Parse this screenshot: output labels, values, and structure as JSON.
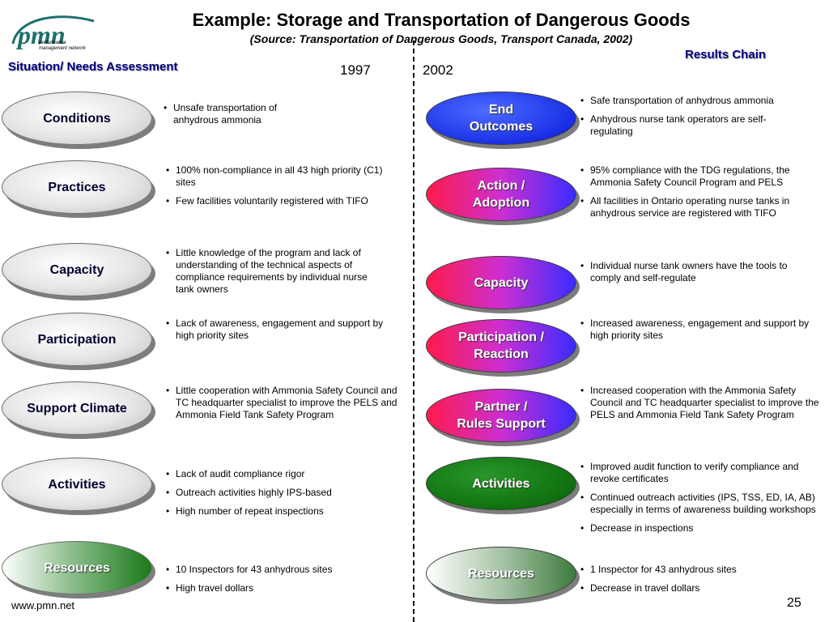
{
  "header": {
    "title": "Example:  Storage and Transportation of Dangerous Goods",
    "subtitle": "(Source:  Transportation of Dangerous Goods, Transport Canada, 2002)",
    "left_heading": "Situation/ Needs Assessment",
    "right_heading": "Results Chain",
    "year_left": "1997",
    "year_right": "2002"
  },
  "logo": {
    "text": "pmn",
    "tagline_1": "performance",
    "tagline_2": "management network"
  },
  "left_ovals": [
    {
      "label": "Conditions"
    },
    {
      "label": "Practices"
    },
    {
      "label": "Capacity"
    },
    {
      "label": "Participation"
    },
    {
      "label": "Support Climate"
    },
    {
      "label": "Activities"
    },
    {
      "label": "Resources"
    }
  ],
  "right_ovals": [
    {
      "line1": "End",
      "line2": "Outcomes"
    },
    {
      "line1": "Action /",
      "line2": "Adoption"
    },
    {
      "line1": "Capacity",
      "line2": ""
    },
    {
      "line1": "Participation /",
      "line2": "Reaction"
    },
    {
      "line1": "Partner /",
      "line2": "Rules Support"
    },
    {
      "line1": "Activities",
      "line2": ""
    },
    {
      "line1": "Resources",
      "line2": ""
    }
  ],
  "situation": [
    [
      "Unsafe transportation of anhydrous ammonia"
    ],
    [
      "100% non-compliance in all 43 high priority (C1) sites",
      "Few facilities voluntarily registered with TIFO"
    ],
    [
      "Little knowledge of the program and lack of understanding of the technical aspects of compliance requirements by individual nurse tank owners"
    ],
    [
      "Lack of awareness, engagement and support by high priority sites"
    ],
    [
      "Little cooperation with Ammonia Safety Council and TC headquarter specialist to improve the PELS and Ammonia Field Tank Safety Program"
    ],
    [
      "Lack of audit compliance rigor",
      "Outreach activities highly IPS-based",
      "High number of repeat inspections"
    ],
    [
      "10 Inspectors for 43 anhydrous sites",
      "High travel dollars"
    ]
  ],
  "results": [
    [
      "Safe transportation of anhydrous ammonia",
      "Anhydrous nurse tank operators are self-regulating"
    ],
    [
      "95% compliance with the TDG regulations, the Ammonia Safety Council Program and PELS",
      "All facilities in Ontario operating nurse tanks in anhydrous service are registered with TIFO"
    ],
    [
      "Individual nurse tank owners have the tools to comply and self-regulate"
    ],
    [
      "Increased awareness, engagement and support by high priority sites"
    ],
    [
      "Increased cooperation with the Ammonia Safety Council and TC headquarter specialist to improve the PELS and Ammonia Field Tank Safety Program"
    ],
    [
      "Improved audit function to verify compliance and revoke certificates",
      "Continued outreach activities (IPS, TSS, ED, IA, AB) especially in terms of awareness building workshops",
      "Decrease in inspections"
    ],
    [
      "1 Inspector for 43 anhydrous sites",
      "Decrease in travel dollars"
    ]
  ],
  "footer": {
    "url": "www.pmn.net",
    "page_number": "25"
  }
}
